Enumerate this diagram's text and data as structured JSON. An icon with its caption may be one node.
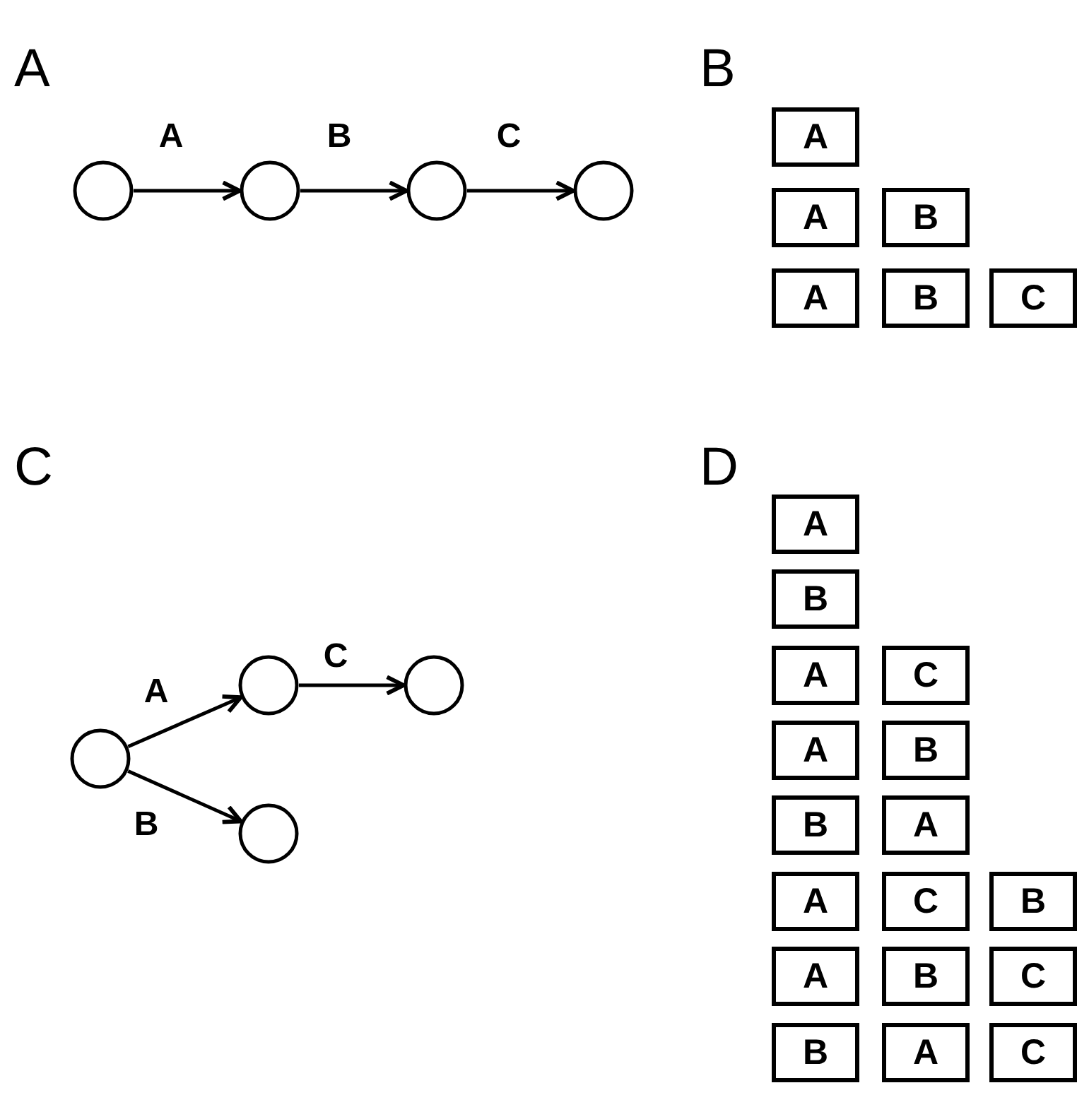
{
  "diagram": {
    "nodes": [
      {
        "text": [],
        "shape": "circle"
      },
      {
        "text": [],
        "shape": "circle"
      },
      {
        "text": [],
        "shape": "circle"
      },
      {
        "text": [],
        "shape": "circle"
      },
      {
        "text": [
          "A"
        ]
      },
      {
        "text": [
          "A"
        ]
      },
      {
        "text": [
          "B"
        ]
      },
      {
        "text": [
          "A"
        ]
      },
      {
        "text": [
          "B"
        ]
      },
      {
        "text": [
          "C"
        ]
      },
      {
        "text": [],
        "shape": "circle"
      },
      {
        "text": [],
        "shape": "circle"
      },
      {
        "text": [],
        "shape": "circle"
      },
      {
        "text": [],
        "shape": "circle"
      },
      {
        "text": [
          "A"
        ]
      },
      {
        "text": [
          "B"
        ]
      },
      {
        "text": [
          "A"
        ]
      },
      {
        "text": [
          "C"
        ]
      },
      {
        "text": [
          "A"
        ]
      },
      {
        "text": [
          "B"
        ]
      },
      {
        "text": [
          "B"
        ]
      },
      {
        "text": [
          "A"
        ]
      },
      {
        "text": [
          "A"
        ]
      },
      {
        "text": [
          "C"
        ]
      },
      {
        "text": [
          "B"
        ]
      },
      {
        "text": [
          "A"
        ]
      },
      {
        "text": [
          "B"
        ]
      },
      {
        "text": [
          "C"
        ]
      },
      {
        "text": [
          "B"
        ]
      },
      {
        "text": [
          "A"
        ]
      },
      {
        "text": [
          "C"
        ]
      }
    ],
    "edges": [
      {
        "from": 0,
        "to": 1,
        "arrow": "to",
        "label": "A"
      },
      {
        "from": 1,
        "to": 2,
        "arrow": "to",
        "label": "B"
      },
      {
        "from": 2,
        "to": 3,
        "arrow": "to",
        "label": "C"
      },
      {
        "from": 10,
        "to": 11,
        "arrow": "to",
        "label": "A"
      },
      {
        "from": 10,
        "to": 13,
        "arrow": "to",
        "label": "B"
      },
      {
        "from": 11,
        "to": 12,
        "arrow": "to",
        "label": "C"
      }
    ],
    "labels": [
      "A",
      "B",
      "C",
      "D"
    ]
  }
}
